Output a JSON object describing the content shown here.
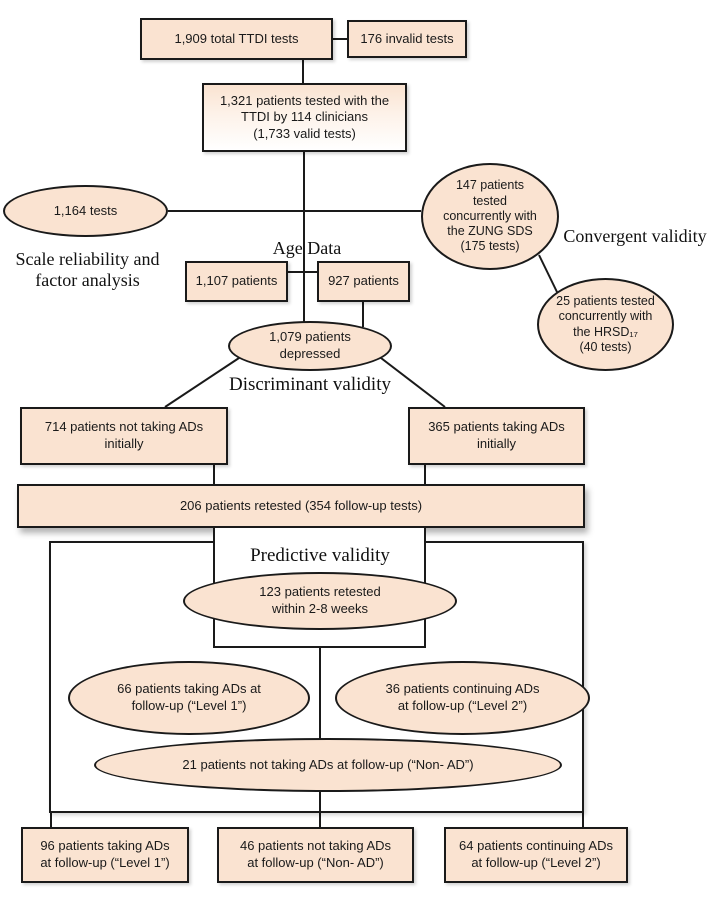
{
  "colors": {
    "node_fill": "#fae3d1",
    "node_border": "#1a1a1a"
  },
  "nodes": {
    "total_tests": {
      "text": "1,909 total TTDI tests"
    },
    "invalid_tests": {
      "text": "176 invalid tests"
    },
    "tested_patients": {
      "text": "1,321 patients tested with the\nTTDI by 114 clinicians\n(1,733 valid tests)"
    },
    "tests_1164": {
      "text": "1,164 tests"
    },
    "zung": {
      "text": "147 patients\ntested\nconcurrently with\nthe ZUNG SDS\n(175 tests)"
    },
    "hrsd": {
      "text": "25 patients tested\nconcurrently with\nthe HRSD₁₇\n(40 tests)"
    },
    "patients_1107": {
      "text": "1,107 patients"
    },
    "patients_927": {
      "text": "927 patients"
    },
    "depressed": {
      "text": "1,079 patients\ndepressed"
    },
    "not_taking_ads": {
      "text": "714 patients not taking ADs\ninitially"
    },
    "taking_ads": {
      "text": "365 patients taking ADs\ninitially"
    },
    "retested": {
      "text": "206 patients retested (354 follow-up tests)"
    },
    "retested_123": {
      "text": "123 patients retested\nwithin 2-8 weeks"
    },
    "level1_66": {
      "text": "66 patients taking ADs at\nfollow-up (“Level 1”)"
    },
    "level2_36": {
      "text": "36 patients continuing ADs\nat follow-up (“Level 2”)"
    },
    "nonad_21": {
      "text": "21 patients not taking ADs at follow-up (“Non- AD”)"
    },
    "followup_96": {
      "text": "96 patients taking ADs\nat follow-up (“Level 1”)"
    },
    "followup_46": {
      "text": "46 patients not taking ADs\nat follow-up (“Non- AD”)"
    },
    "followup_64": {
      "text": "64 patients continuing ADs\nat follow-up (“Level 2”)"
    }
  },
  "labels": {
    "scale_reliability": "Scale reliability and\nfactor analysis",
    "convergent": "Convergent validity",
    "age_data": "Age Data",
    "discriminant": "Discriminant validity",
    "predictive": "Predictive validity"
  }
}
